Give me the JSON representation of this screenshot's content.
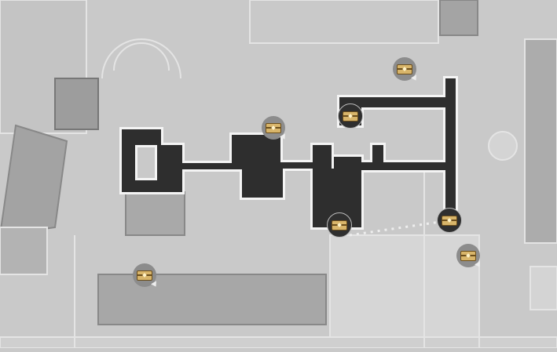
{
  "map": {
    "colors": {
      "background": "#c9c9c9",
      "path": "#2e2e2e",
      "path_glow": "#f2f2f2",
      "chest_gold": "#d8b56a"
    },
    "markers": [
      {
        "icon": "treasure-chest-icon",
        "state": "on-path"
      },
      {
        "icon": "treasure-chest-icon",
        "state": "on-path"
      },
      {
        "icon": "treasure-chest-icon",
        "state": "on-path"
      },
      {
        "icon": "treasure-chest-icon",
        "state": "off-path"
      },
      {
        "icon": "treasure-chest-icon",
        "state": "off-path"
      },
      {
        "icon": "treasure-chest-icon",
        "state": "off-path"
      },
      {
        "icon": "treasure-chest-icon",
        "state": "off-path"
      }
    ]
  }
}
